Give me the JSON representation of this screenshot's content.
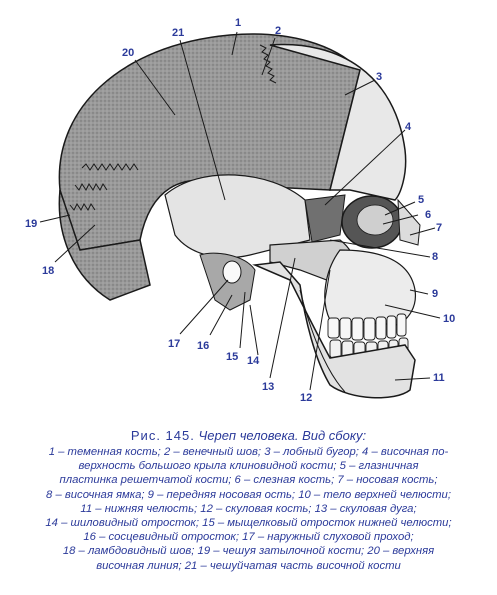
{
  "figure": {
    "labels": [
      "1",
      "2",
      "3",
      "4",
      "5",
      "6",
      "7",
      "8",
      "9",
      "10",
      "11",
      "12",
      "13",
      "14",
      "15",
      "16",
      "17",
      "18",
      "19",
      "20",
      "21"
    ]
  },
  "caption": {
    "figure_number": "Рис. 145.",
    "title": "Череп человека. Вид сбоку:",
    "lines": [
      "1 – теменная кость; 2 – венечный шов; 3 – лобный бугор; 4 – височная по-",
      "верхность большого крыла клиновидной кости; 5 – глазничная",
      "пластинка решетчатой кости; 6 – слезная кость; 7 – носовая кость;",
      "8 – височная ямка; 9 – передняя носовая ость; 10 – тело верхней челюсти;",
      "11 – нижняя челюсть; 12 – скуловая кость; 13 – скуловая дуга;",
      "14 – шиловидный отросток; 15 – мыщелковый отросток нижней челюсти;",
      "16 – сосцевидный отросток; 17 – наружный слуховой проход;",
      "18 – ламбдовидный шов; 19 – чешуя затылочной кости; 20 – верхняя",
      "височная линия; 21 – чешуйчатая часть височной кости"
    ]
  },
  "colors": {
    "label": "#2b3a9a",
    "bone_dark": "#8c8c8c",
    "bone_light": "#e6e6e6",
    "ink": "#1a1a1a"
  }
}
